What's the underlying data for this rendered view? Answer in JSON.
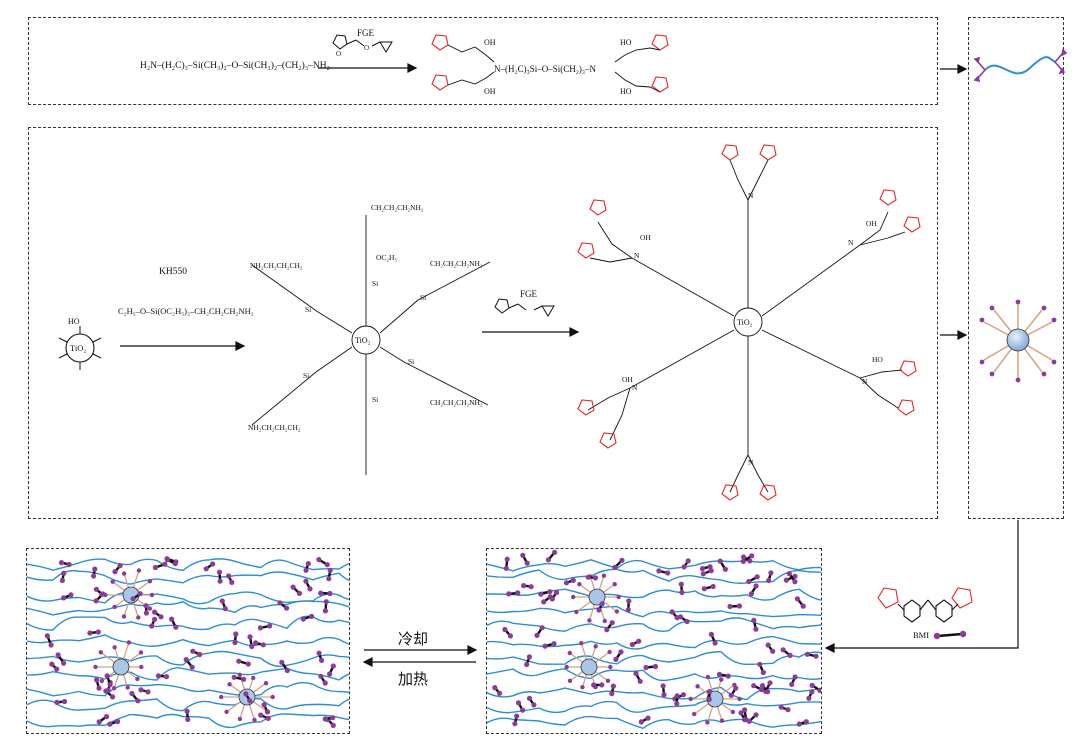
{
  "reagents": {
    "fge_top": "FGE",
    "fge_mid": "FGE",
    "kh550": "KH550",
    "bmi": "BMI"
  },
  "molecules": {
    "pdms_diamine": "H₂N–(H₂C)₃–Si(CH₃)₂–O–Si(CH₃)₂–(CH₂)₃–NH₂",
    "kh550_formula": "C₂H₅–O–Si(OC₂H₅)₂–CH₂CH₂CH₂NH₂",
    "tio2_core": "TiO₂",
    "tio2_core_mid": "TiO₂",
    "tio2_core_right": "TiO₂",
    "hydroxyl": "HO",
    "aminopropyl_arm": "CH₂CH₂CH₂NH₂",
    "ethoxy": "OC₂H₅"
  },
  "process": {
    "cool": "冷却",
    "heat": "加热"
  },
  "colors": {
    "furan_red": "#e8262a",
    "chain_blue": "#2a8fd6",
    "bmi_purple": "#8e3a9c",
    "crosslinker_black": "#111111",
    "arm_tan": "#d9a27c",
    "sphere_blue": "#a9c6e8"
  }
}
